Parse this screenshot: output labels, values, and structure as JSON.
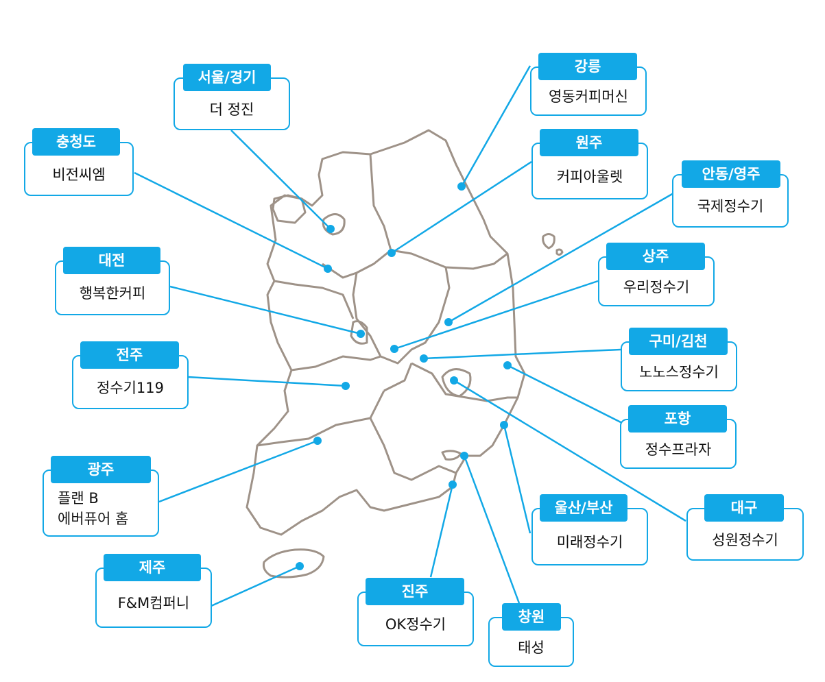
{
  "map": {
    "regions": [
      {
        "id": "seoul",
        "region": "서울/경기",
        "shop": [
          "더 정진"
        ]
      },
      {
        "id": "chungcheong",
        "region": "충청도",
        "shop": [
          "비전씨엠"
        ]
      },
      {
        "id": "daejeon",
        "region": "대전",
        "shop": [
          "행복한커피"
        ]
      },
      {
        "id": "jeonju",
        "region": "전주",
        "shop": [
          "정수기119"
        ]
      },
      {
        "id": "gwangju",
        "region": "광주",
        "shop": [
          "플랜 B",
          "에버퓨어 홈"
        ]
      },
      {
        "id": "jeju",
        "region": "제주",
        "shop": [
          "F&M컴퍼니"
        ]
      },
      {
        "id": "jinju",
        "region": "진주",
        "shop": [
          "OK정수기"
        ]
      },
      {
        "id": "changwon",
        "region": "창원",
        "shop": [
          "태성"
        ]
      },
      {
        "id": "ulsan",
        "region": "울산/부산",
        "shop": [
          "미래정수기"
        ]
      },
      {
        "id": "daegu",
        "region": "대구",
        "shop": [
          "성원정수기"
        ]
      },
      {
        "id": "pohang",
        "region": "포항",
        "shop": [
          "정수프라자"
        ]
      },
      {
        "id": "gumi",
        "region": "구미/김천",
        "shop": [
          "노노스정수기"
        ]
      },
      {
        "id": "sangju",
        "region": "상주",
        "shop": [
          "우리정수기"
        ]
      },
      {
        "id": "andong",
        "region": "안동/영주",
        "shop": [
          "국제정수기"
        ]
      },
      {
        "id": "wonju",
        "region": "원주",
        "shop": [
          "커피아울렛"
        ]
      },
      {
        "id": "gangneung",
        "region": "강릉",
        "shop": [
          "영동커피머신"
        ]
      }
    ]
  },
  "colors": {
    "accent": "#12a8e6",
    "map_outline": "#9e9288"
  }
}
